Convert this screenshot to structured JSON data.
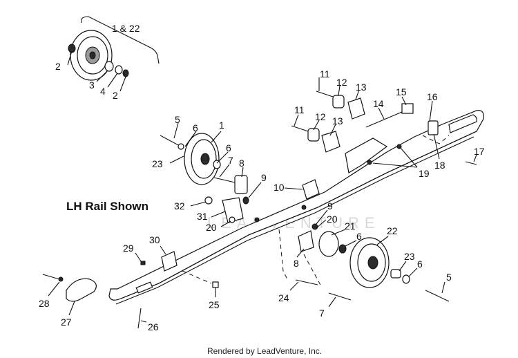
{
  "diagram": {
    "caption": "LH Rail Shown",
    "footer": "Rendered by LeadVenture, Inc.",
    "watermark": "LEADVENTURE",
    "callouts": [
      {
        "id": "c-1-22",
        "label": "1 & 22"
      },
      {
        "id": "c-2a",
        "label": "2"
      },
      {
        "id": "c-3",
        "label": "3"
      },
      {
        "id": "c-4",
        "label": "4"
      },
      {
        "id": "c-2b",
        "label": "2"
      },
      {
        "id": "c-5a",
        "label": "5"
      },
      {
        "id": "c-6a",
        "label": "6"
      },
      {
        "id": "c-1",
        "label": "1"
      },
      {
        "id": "c-6b",
        "label": "6"
      },
      {
        "id": "c-23a",
        "label": "23"
      },
      {
        "id": "c-7a",
        "label": "7"
      },
      {
        "id": "c-8a",
        "label": "8"
      },
      {
        "id": "c-9a",
        "label": "9"
      },
      {
        "id": "c-10",
        "label": "10"
      },
      {
        "id": "c-11a",
        "label": "11"
      },
      {
        "id": "c-12a",
        "label": "12"
      },
      {
        "id": "c-13a",
        "label": "13"
      },
      {
        "id": "c-11b",
        "label": "11"
      },
      {
        "id": "c-12b",
        "label": "12"
      },
      {
        "id": "c-13b",
        "label": "13"
      },
      {
        "id": "c-14",
        "label": "14"
      },
      {
        "id": "c-15",
        "label": "15"
      },
      {
        "id": "c-16",
        "label": "16"
      },
      {
        "id": "c-17",
        "label": "17"
      },
      {
        "id": "c-18",
        "label": "18"
      },
      {
        "id": "c-19",
        "label": "19"
      },
      {
        "id": "c-32",
        "label": "32"
      },
      {
        "id": "c-31",
        "label": "31"
      },
      {
        "id": "c-20a",
        "label": "20"
      },
      {
        "id": "c-9b",
        "label": "9"
      },
      {
        "id": "c-20b",
        "label": "20"
      },
      {
        "id": "c-21",
        "label": "21"
      },
      {
        "id": "c-6c",
        "label": "6"
      },
      {
        "id": "c-22",
        "label": "22"
      },
      {
        "id": "c-8b",
        "label": "8"
      },
      {
        "id": "c-23b",
        "label": "23"
      },
      {
        "id": "c-6d",
        "label": "6"
      },
      {
        "id": "c-5b",
        "label": "5"
      },
      {
        "id": "c-30",
        "label": "30"
      },
      {
        "id": "c-29",
        "label": "29"
      },
      {
        "id": "c-24",
        "label": "24"
      },
      {
        "id": "c-7b",
        "label": "7"
      },
      {
        "id": "c-28",
        "label": "28"
      },
      {
        "id": "c-25",
        "label": "25"
      },
      {
        "id": "c-27",
        "label": "27"
      },
      {
        "id": "c-26",
        "label": "26"
      }
    ]
  }
}
